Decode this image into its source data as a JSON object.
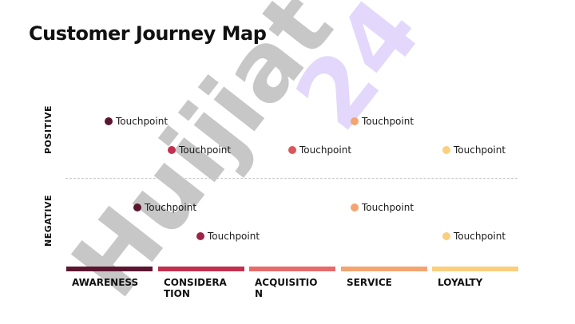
{
  "title": "Customer Journey Map",
  "axes": {
    "positive_label": "POSITIVE",
    "negative_label": "NEGATIVE"
  },
  "watermark": {
    "text": "Huijiat24",
    "color_gray": "#c7c7c7",
    "color_purple": "#e3d8fb"
  },
  "stages": [
    {
      "label": "AWARENESS",
      "color": "#5a1630"
    },
    {
      "label": "CONSIDERATION",
      "color": "#c2304f"
    },
    {
      "label": "ACQUISITION",
      "color": "#e76b6b"
    },
    {
      "label": "SERVICE",
      "color": "#f4a470"
    },
    {
      "label": "LOYALTY",
      "color": "#fbcf7c"
    }
  ],
  "touchpoints": [
    {
      "label": "Touchpoint",
      "stage": "AWARENESS",
      "sentiment": "positive",
      "color": "#5a1630"
    },
    {
      "label": "Touchpoint",
      "stage": "CONSIDERATION",
      "sentiment": "positive",
      "color": "#c2304f"
    },
    {
      "label": "Touchpoint",
      "stage": "ACQUISITION",
      "sentiment": "positive",
      "color": "#d9575b"
    },
    {
      "label": "Touchpoint",
      "stage": "SERVICE",
      "sentiment": "positive",
      "color": "#f4a470"
    },
    {
      "label": "Touchpoint",
      "stage": "LOYALTY",
      "sentiment": "positive",
      "color": "#fbcf7c"
    },
    {
      "label": "Touchpoint",
      "stage": "AWARENESS",
      "sentiment": "negative",
      "color": "#5a1630"
    },
    {
      "label": "Touchpoint",
      "stage": "CONSIDERATION",
      "sentiment": "negative",
      "color": "#9e2445"
    },
    {
      "label": "Touchpoint",
      "stage": "SERVICE",
      "sentiment": "negative",
      "color": "#f4a470"
    },
    {
      "label": "Touchpoint",
      "stage": "LOYALTY",
      "sentiment": "negative",
      "color": "#fbcf7c"
    }
  ]
}
